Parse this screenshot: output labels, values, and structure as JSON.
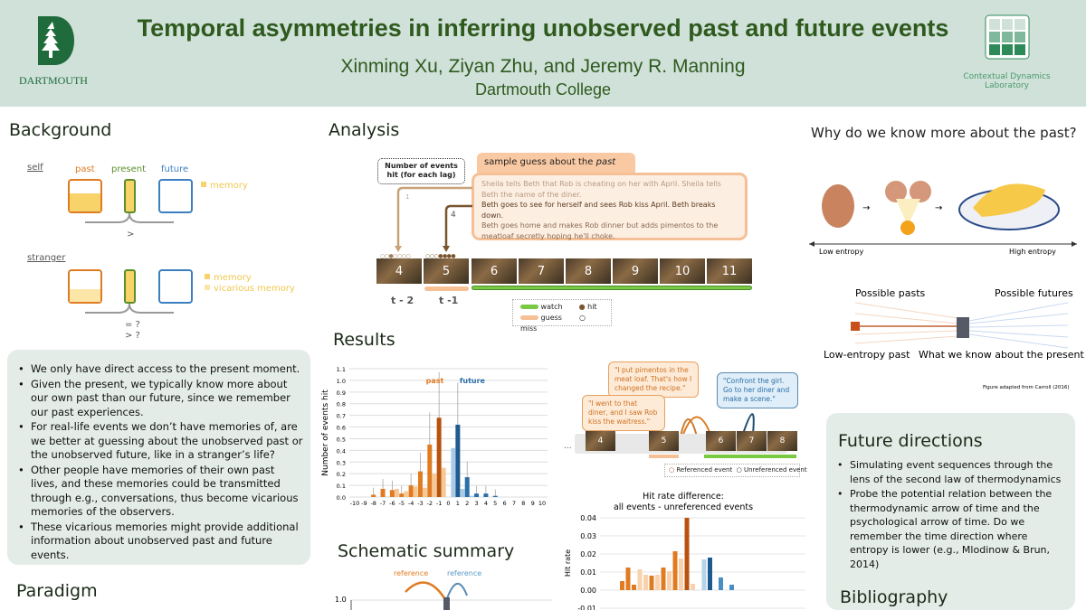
{
  "header": {
    "title": "Temporal asymmetries in inferring unobserved past and future events",
    "authors": "Xinming Xu, Ziyan Zhu, and Jeremy R. Manning",
    "affiliation": "Dartmouth College",
    "left_logo_text": "DARTMOUTH",
    "right_logo_text": "Contextual Dynamics Laboratory"
  },
  "background": {
    "title": "Background",
    "self_label": "self",
    "stranger_label": "stranger",
    "past": "past",
    "present": "present",
    "future": "future",
    "memory": "memory",
    "vicarious": "vicarious memory",
    "self_relation": ">",
    "stranger_relation_1": "= ?",
    "stranger_relation_2": "> ?",
    "bullets": [
      "We only have direct access to the present moment.",
      "Given the present, we typically know more about our own past than our future, since we remember our past experiences.",
      "For real-life events we don’t have memories of, are we better at guessing about the unobserved past or the unobserved future, like in a stranger’s life?",
      "Other people have memories of their own past lives, and these memories could be transmitted through e.g., conversations, thus become vicarious memories of the observers.",
      "These vicarious memories might provide additional information about unobserved past and future events."
    ]
  },
  "paradigm": {
    "title": "Paradigm"
  },
  "analysis": {
    "title": "Analysis",
    "hits_box": "Number of events hit (for each lag)",
    "guess_tab": "sample guess about the ",
    "guess_tab_em": "past",
    "guess_text_1": "Sheila tells Beth that Rob is cheating on her with April. Sheila tells Beth the name of the diner.",
    "guess_text_2": "Beth goes to see for herself and sees Rob kiss April. Beth breaks down.",
    "guess_text_3": "Beth goes home and makes Rob dinner but adds pimentos to the meatloaf secretly hoping he'll choke.",
    "arrow_1": "1",
    "arrow_4": "4",
    "frames": [
      "4",
      "5",
      "6",
      "7",
      "8",
      "9",
      "10",
      "11"
    ],
    "lag_labels": [
      "t - 2",
      "t -1"
    ],
    "legend": {
      "watch": "watch",
      "guess": "guess",
      "hit": "hit",
      "miss": "miss"
    }
  },
  "results": {
    "title": "Results",
    "bubble_1": "\"I went to that diner, and I saw Rob kiss the waitress.\"",
    "bubble_2": "\"I put pimentos in the meat loaf. That's how I changed the recipe.\"",
    "bubble_3": "\"Confront the girl. Go to her diner and make a scene.\"",
    "frames": [
      "4",
      "5",
      "6",
      "7",
      "8"
    ],
    "ellipsis": "...",
    "legend_ref": "Referenced event",
    "legend_unref": "Unreferenced event"
  },
  "schematic": {
    "title": "Schematic summary",
    "ref_past": "reference",
    "ref_future": "reference",
    "y_tick": "1.0"
  },
  "why": {
    "title": "Why do we know more about the past?",
    "low_entropy": "Low entropy",
    "high_entropy": "High entropy",
    "possible_pasts": "Possible pasts",
    "possible_futures": "Possible futures",
    "low_entropy_past": "Low-entropy past",
    "present_knowledge": "What we know about the present",
    "credit": "Figure adapted from Carroll (2016)"
  },
  "future_directions": {
    "title": "Future directions",
    "bullets": [
      "Simulating event sequences through the lens of the second law of thermodynamics",
      "Probe the potential relation between the thermodynamic arrow of time and the psychological arrow of time. Do we remember the time direction where entropy is lower (e.g., Mlodinow & Brun, 2014)"
    ]
  },
  "bibliography": {
    "title": "Bibliography"
  },
  "colors": {
    "header_bg": "#cfe1d9",
    "title_green": "#2f5a1e",
    "past_orange": "#e07b22",
    "future_blue": "#2b6ea8",
    "watch_green": "#7ac943",
    "guess_peach": "#f5c096"
  },
  "chart_data": [
    {
      "type": "bar",
      "title": "",
      "xlabel": "",
      "ylabel": "Number of events hit",
      "ylim": [
        0,
        1.1
      ],
      "yticks": [
        "0.0",
        "0.1",
        "0.2",
        "0.3",
        "0.4",
        "0.5",
        "0.6",
        "0.7",
        "0.8",
        "0.9",
        "1.0",
        "1.1"
      ],
      "xticks": [
        "-10",
        "-9",
        "-8",
        "-7",
        "-6",
        "-5",
        "-4",
        "-3",
        "-2",
        "-1",
        "0",
        "1",
        "2",
        "3",
        "4",
        "5",
        "6",
        "7",
        "8",
        "9",
        "10"
      ],
      "annotations": [
        "past",
        "future"
      ],
      "lags": [
        -8,
        -7,
        -6,
        -5,
        -4,
        -3,
        -2,
        -1,
        1,
        2,
        3,
        4,
        5
      ],
      "series": [
        {
          "name": "all events",
          "values": [
            0.02,
            0.07,
            0.06,
            0.03,
            0.1,
            0.22,
            0.45,
            0.68,
            0.62,
            0.17,
            0.03,
            0.03,
            0.01
          ]
        },
        {
          "name": "unreferenced events",
          "values": [
            0.0,
            0.0,
            0.07,
            0.05,
            0.09,
            0.08,
            0.2,
            0.25,
            0.42,
            0.07,
            0.01,
            0.0,
            0.0
          ]
        }
      ]
    },
    {
      "type": "bar",
      "title": "Hit rate difference:",
      "subtitle": "all events - unreferenced events",
      "ylabel": "Hit rate",
      "ylim": [
        -0.01,
        0.04
      ],
      "yticks": [
        "0.04",
        "0.03",
        "0.02",
        "0.01",
        "0.00",
        "-0.01"
      ],
      "bars": [
        {
          "side": "past",
          "shade": "mid",
          "value": 0.005
        },
        {
          "side": "past",
          "shade": "mid",
          "value": 0.0125
        },
        {
          "side": "past",
          "shade": "mid",
          "value": 0.003
        },
        {
          "side": "past",
          "shade": "light",
          "value": 0.0115
        },
        {
          "side": "past",
          "shade": "light",
          "value": 0.0085
        },
        {
          "side": "past",
          "shade": "mid",
          "value": 0.008
        },
        {
          "side": "past",
          "shade": "light",
          "value": 0.0085
        },
        {
          "side": "past",
          "shade": "mid",
          "value": 0.0125
        },
        {
          "side": "past",
          "shade": "light",
          "value": 0.0105
        },
        {
          "side": "past",
          "shade": "mid",
          "value": 0.0215
        },
        {
          "side": "past",
          "shade": "light",
          "value": 0.0175
        },
        {
          "side": "past",
          "shade": "dark",
          "value": 0.04
        },
        {
          "side": "past",
          "shade": "light",
          "value": 0.0035
        },
        {
          "side": "future",
          "shade": "light",
          "value": 0.017
        },
        {
          "side": "future",
          "shade": "dark",
          "value": 0.018
        },
        {
          "side": "future",
          "shade": "mid",
          "value": 0.007
        },
        {
          "side": "future",
          "shade": "mid",
          "value": 0.003
        }
      ]
    }
  ]
}
